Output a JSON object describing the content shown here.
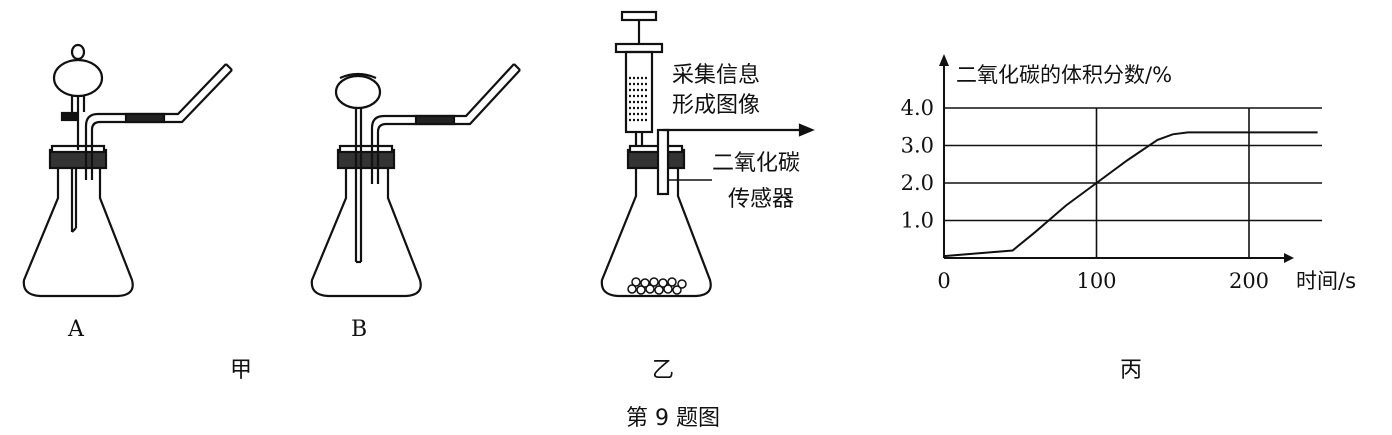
{
  "figure": {
    "caption": "第 9 题图",
    "panels": {
      "jia": "甲",
      "yi": "乙",
      "bing": "丙"
    },
    "apparatus": {
      "a_label": "A",
      "b_label": "B"
    },
    "sensor_setup": {
      "info_label_line1": "采集信息",
      "info_label_line2": "形成图像",
      "sensor_label_line1": "二氧化碳",
      "sensor_label_line2": "传感器"
    }
  },
  "chart_data": {
    "type": "line",
    "ylabel": "二氧化碳的体积分数/%",
    "xlabel": "时间/s",
    "xlim": [
      0,
      250
    ],
    "ylim": [
      0,
      4.0
    ],
    "xticks": [
      0,
      100,
      200
    ],
    "xtick_labels": [
      "0",
      "100",
      "200"
    ],
    "yticks": [
      1.0,
      2.0,
      3.0,
      4.0
    ],
    "ytick_labels": [
      "1.0",
      "2.0",
      "3.0",
      "4.0"
    ],
    "grid": true,
    "series": [
      {
        "x": [
          0,
          45,
          60,
          80,
          100,
          120,
          140,
          150,
          160,
          170,
          200,
          245
        ],
        "y": [
          0.05,
          0.2,
          0.7,
          1.4,
          2.0,
          2.6,
          3.15,
          3.3,
          3.35,
          3.35,
          3.35,
          3.35
        ]
      }
    ]
  }
}
